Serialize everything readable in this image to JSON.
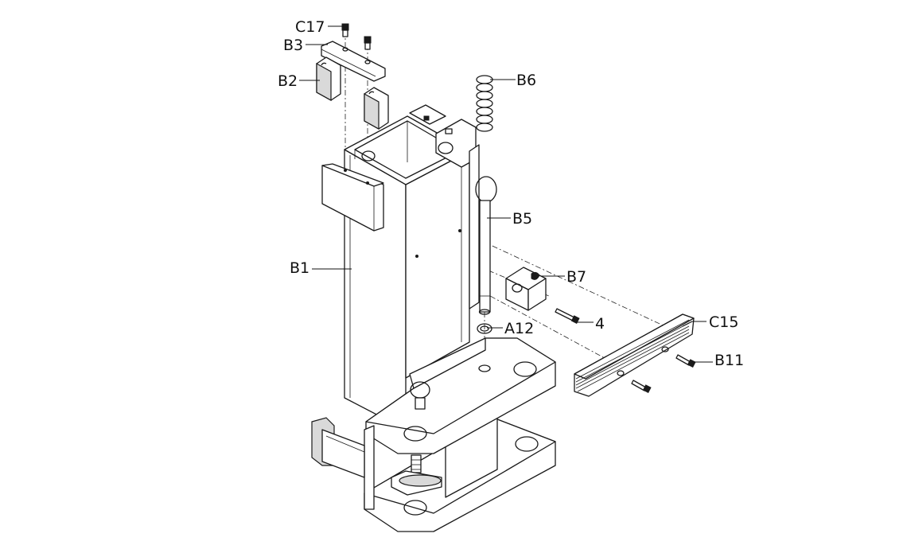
{
  "labels": {
    "c17": "C17",
    "b3": "B3",
    "b2": "B2",
    "b6": "B6",
    "b5": "B5",
    "b1": "B1",
    "b7": "B7",
    "four": "4",
    "a12": "A12",
    "c15": "C15",
    "b11": "B11"
  }
}
